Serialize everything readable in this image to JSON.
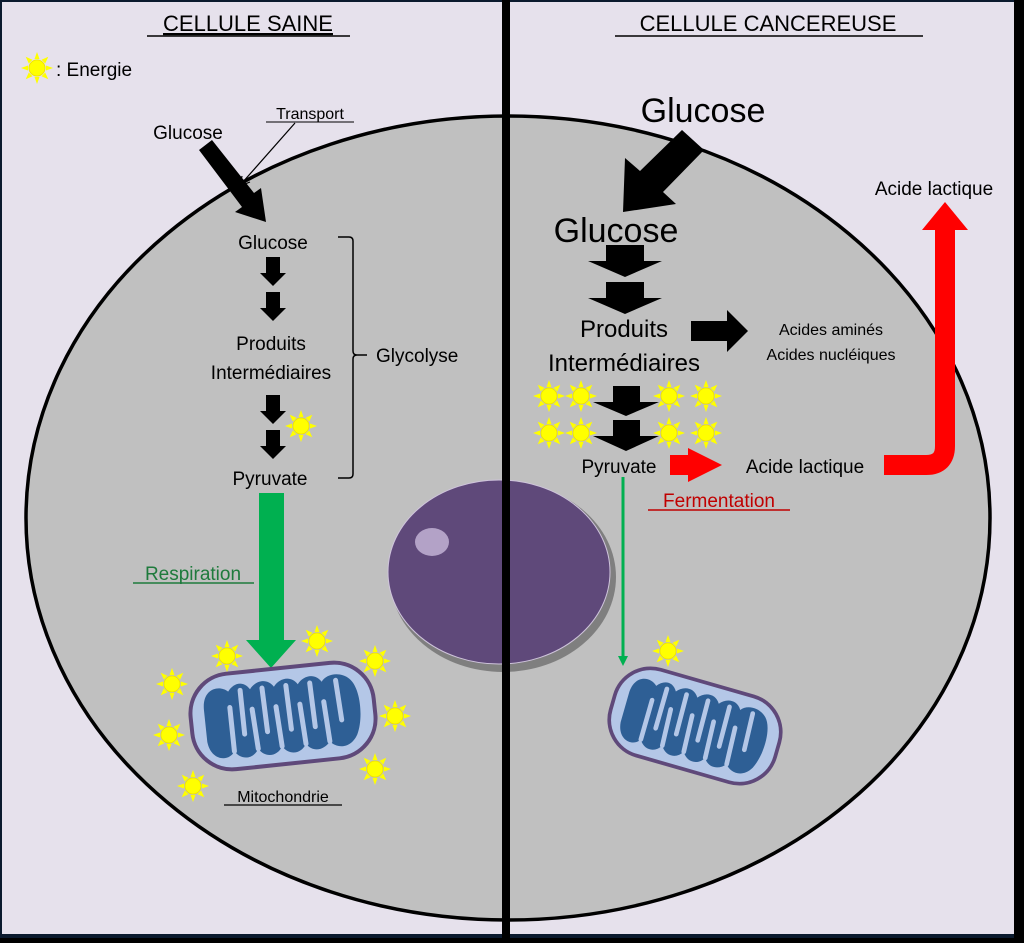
{
  "colors": {
    "background": "#e6e1ec",
    "frame": "#1f3a5a",
    "cell": "#c0c0c0",
    "nucleus": "#5f497a",
    "nucleolus": "#b3a2c7",
    "mito_fill": "#2e5f95",
    "mito_inner": "#b4c7e7",
    "mito_outline": "#5f497a",
    "energy": "#ffff00",
    "respiration": "#00b050",
    "respiration_text": "#1e7a3c",
    "fermentation": "#ff0000",
    "fermentation_text": "#c00000"
  },
  "legend": {
    "icon": "sun-icon",
    "label": ": Energie"
  },
  "healthy": {
    "title": "CELLULE SAINE",
    "glucose_outside": "Glucose",
    "transport": "Transport",
    "glucose_inside": "Glucose",
    "intermediates_line1": "Produits",
    "intermediates_line2": "Intermédiaires",
    "glycolysis": "Glycolyse",
    "pyruvate": "Pyruvate",
    "respiration": "Respiration",
    "mitochondria": "Mitochondrie"
  },
  "cancer": {
    "title": "CELLULE CANCEREUSE",
    "glucose_outside": "Glucose",
    "glucose_inside": "Glucose",
    "intermediates_line1": "Produits",
    "intermediates_line2": "Intermédiaires",
    "amino_acids": "Acides aminés",
    "nucleic_acids": "Acides nucléiques",
    "pyruvate": "Pyruvate",
    "lactic_acid_inside": "Acide lactique",
    "lactic_acid_outside": "Acide lactique",
    "fermentation": "Fermentation"
  }
}
